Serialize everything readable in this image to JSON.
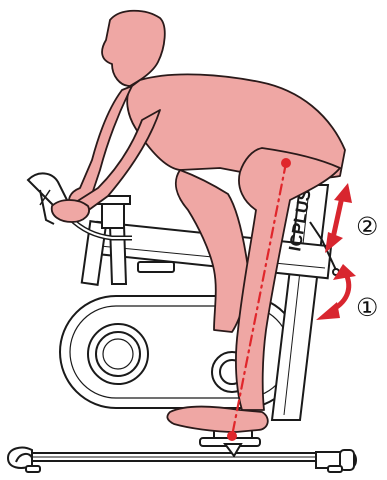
{
  "diagram": {
    "brand_text": "ICPLUS",
    "labels": {
      "one": "①",
      "two": "②"
    },
    "colors": {
      "body_fill": "#efa7a4",
      "body_stroke": "#2a1a1a",
      "bike_stroke": "#1a1a1a",
      "leg_line": "#e0262b",
      "arrow": "#d8262f"
    },
    "icons": {
      "arrow_two": "double-vertical-arrow",
      "arrow_one": "double-curved-arrow"
    }
  }
}
